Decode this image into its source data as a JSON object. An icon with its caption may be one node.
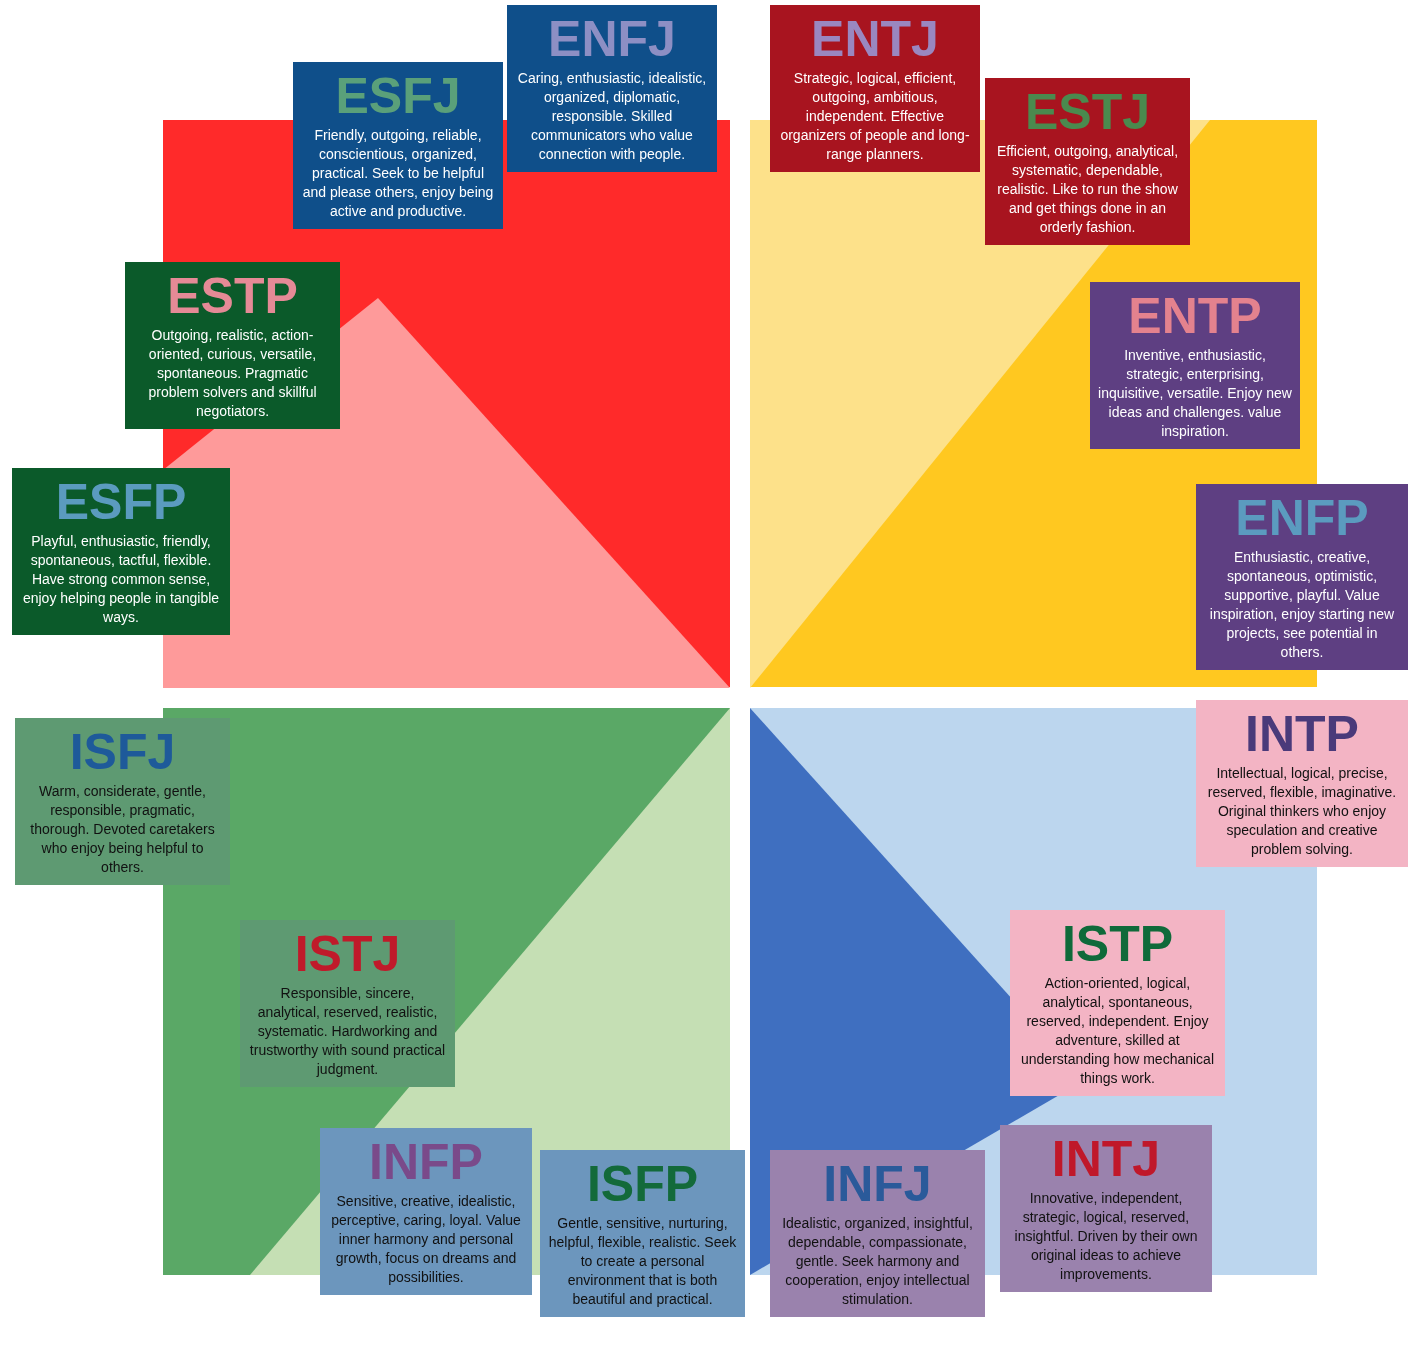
{
  "diagram": {
    "nodes": [
      {
        "text": [
          "ENFJ",
          "Caring, enthusiastic, idealistic, organized, diplomatic, responsible. Skilled communicators who value connection with people."
        ]
      },
      {
        "text": [
          "ENTJ",
          "Strategic, logical, efficient, outgoing, ambitious, independent. Effective organizers of people and long-range planners."
        ]
      },
      {
        "text": [
          "ESFJ",
          "Friendly, outgoing, reliable, conscientious, organized, practical. Seek to be helpful and please others, enjoy being active and productive."
        ]
      },
      {
        "text": [
          "ESTJ",
          "Efficient, outgoing, analytical, systematic, dependable, realistic. Like to run the show and get things done in an orderly fashion."
        ]
      },
      {
        "text": [
          "ESTP",
          "Outgoing, realistic, action-oriented, curious, versatile, spontaneous. Pragmatic problem solvers and skillful negotiators."
        ]
      },
      {
        "text": [
          "ENTP",
          "Inventive, enthusiastic, strategic, enterprising, inquisitive, versatile. Enjoy new ideas and challenges. value inspiration."
        ]
      },
      {
        "text": [
          "ESFP",
          "Playful, enthusiastic, friendly, spontaneous, tactful, flexible. Have strong common sense, enjoy helping people in tangible ways."
        ]
      },
      {
        "text": [
          "ENFP",
          "Enthusiastic, creative, spontaneous, optimistic, supportive, playful. Value inspiration, enjoy starting new projects, see potential in others."
        ]
      },
      {
        "text": [
          "INTP",
          "Intellectual, logical, precise, reserved, flexible, imaginative. Original thinkers who enjoy speculation and creative problem solving."
        ]
      },
      {
        "text": [
          "ISFJ",
          "Warm, considerate, gentle, responsible, pragmatic, thorough. Devoted caretakers who enjoy being helpful to others."
        ]
      },
      {
        "text": [
          "ISTP",
          "Action-oriented, logical, analytical, spontaneous, reserved, independent. Enjoy adventure, skilled at understanding how mechanical things work."
        ]
      },
      {
        "text": [
          "ISTJ",
          "Responsible, sincere, analytical, reserved, realistic, systematic. Hardworking and trustworthy with sound practical judgment."
        ]
      },
      {
        "text": [
          "INTJ",
          "Innovative, independent, strategic, logical, reserved, insightful. Driven by their own original ideas to achieve improvements."
        ]
      },
      {
        "text": [
          "INFP",
          "Sensitive, creative, idealistic, perceptive, caring, loyal. Value inner harmony and personal growth, focus on dreams and possibilities."
        ]
      },
      {
        "text": [
          "ISFP",
          "Gentle, sensitive, nurturing, helpful, flexible, realistic. Seek to create a personal environment that is both beautiful and practical."
        ]
      },
      {
        "text": [
          "INFJ",
          "Idealistic, organized, insightful, dependable, compassionate, gentle. Seek harmony and cooperation, enjoy intellectual stimulation."
        ]
      }
    ]
  }
}
